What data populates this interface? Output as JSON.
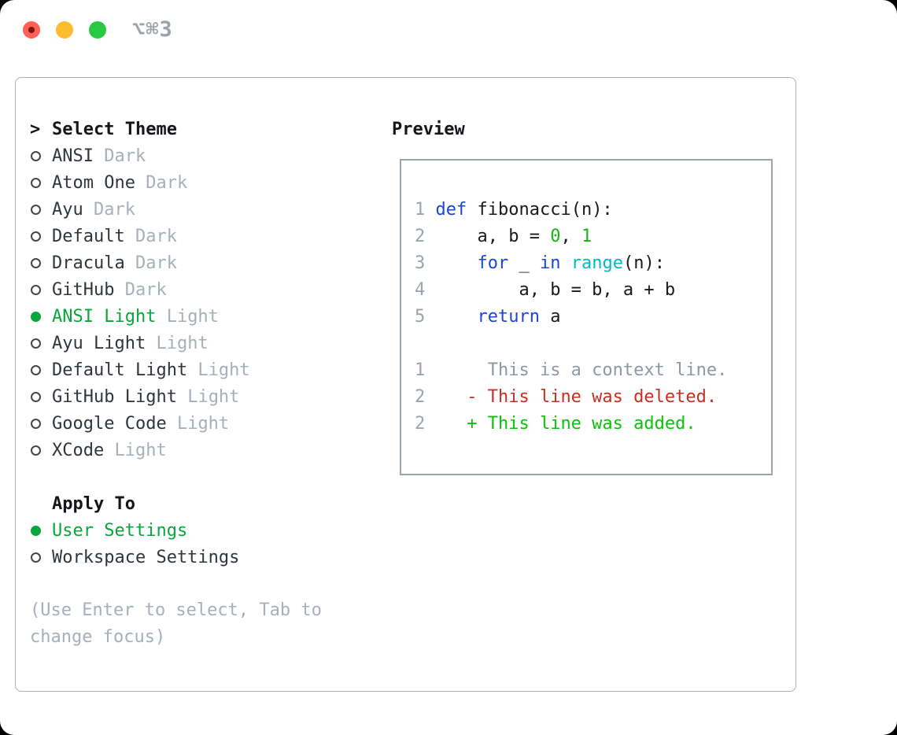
{
  "window": {
    "title_shortcut": "⌥⌘3",
    "traffic_lights": [
      "close",
      "minimize",
      "zoom"
    ]
  },
  "theme_picker": {
    "header_prefix": ">",
    "header": "Select Theme",
    "items": [
      {
        "name": "ANSI",
        "variant": "Dark",
        "selected": false
      },
      {
        "name": "Atom One",
        "variant": "Dark",
        "selected": false
      },
      {
        "name": "Ayu",
        "variant": "Dark",
        "selected": false
      },
      {
        "name": "Default",
        "variant": "Dark",
        "selected": false
      },
      {
        "name": "Dracula",
        "variant": "Dark",
        "selected": false
      },
      {
        "name": "GitHub",
        "variant": "Dark",
        "selected": false
      },
      {
        "name": "ANSI Light",
        "variant": "Light",
        "selected": true
      },
      {
        "name": "Ayu Light",
        "variant": "Light",
        "selected": false
      },
      {
        "name": "Default Light",
        "variant": "Light",
        "selected": false
      },
      {
        "name": "GitHub Light",
        "variant": "Light",
        "selected": false
      },
      {
        "name": "Google Code",
        "variant": "Light",
        "selected": false
      },
      {
        "name": "XCode",
        "variant": "Light",
        "selected": false
      }
    ]
  },
  "apply_to": {
    "header": "Apply To",
    "options": [
      {
        "label": "User Settings",
        "selected": true
      },
      {
        "label": "Workspace Settings",
        "selected": false
      }
    ]
  },
  "footer_hint": "(Use Enter to select, Tab to change focus)",
  "preview": {
    "header": "Preview",
    "lines": [
      {
        "kind": "code",
        "segments": [
          {
            "t": "1 ",
            "s": "ln"
          },
          {
            "t": "def",
            "s": "kw"
          },
          {
            "t": " fibonacci(n):",
            "s": "pl"
          }
        ]
      },
      {
        "kind": "code",
        "segments": [
          {
            "t": "2 ",
            "s": "ln"
          },
          {
            "t": "    a, b = ",
            "s": "pl"
          },
          {
            "t": "0",
            "s": "num"
          },
          {
            "t": ", ",
            "s": "pl"
          },
          {
            "t": "1",
            "s": "num"
          }
        ]
      },
      {
        "kind": "code",
        "segments": [
          {
            "t": "3 ",
            "s": "ln"
          },
          {
            "t": "    ",
            "s": "pl"
          },
          {
            "t": "for",
            "s": "kw"
          },
          {
            "t": " _ ",
            "s": "pl"
          },
          {
            "t": "in",
            "s": "kw"
          },
          {
            "t": " ",
            "s": "pl"
          },
          {
            "t": "range",
            "s": "bi"
          },
          {
            "t": "(n):",
            "s": "pl"
          }
        ]
      },
      {
        "kind": "code",
        "segments": [
          {
            "t": "4 ",
            "s": "ln"
          },
          {
            "t": "        a, b = b, a + b",
            "s": "pl"
          }
        ]
      },
      {
        "kind": "code",
        "segments": [
          {
            "t": "5 ",
            "s": "ln"
          },
          {
            "t": "    ",
            "s": "pl"
          },
          {
            "t": "return",
            "s": "kw"
          },
          {
            "t": " a",
            "s": "pl"
          }
        ]
      },
      {
        "kind": "blank",
        "segments": []
      },
      {
        "kind": "diff-context",
        "segments": [
          {
            "t": "1      ",
            "s": "ln"
          },
          {
            "t": "This is a context line.",
            "s": "ctx"
          }
        ]
      },
      {
        "kind": "diff-deleted",
        "segments": [
          {
            "t": "2    ",
            "s": "ln"
          },
          {
            "t": "- This line was deleted.",
            "s": "del"
          }
        ]
      },
      {
        "kind": "diff-added",
        "segments": [
          {
            "t": "2    ",
            "s": "ln"
          },
          {
            "t": "+ This line was added.",
            "s": "add"
          }
        ]
      }
    ]
  },
  "colors": {
    "accent_selected_green": "#0aa53c",
    "added_green": "#0bc20b",
    "deleted_red": "#c53022",
    "keyword_blue": "#1c45d4",
    "builtin_cyan": "#00b9c6",
    "number_green": "#12b80e",
    "muted_gray": "#a7afba",
    "line_number_gray": "#9aa3af",
    "context_gray": "#8e97a2",
    "text_dark": "#30353c",
    "panel_border_gray": "#aab3bc",
    "traffic_red": "#ff5f57",
    "traffic_yellow": "#febc2e",
    "traffic_green": "#28c840"
  }
}
